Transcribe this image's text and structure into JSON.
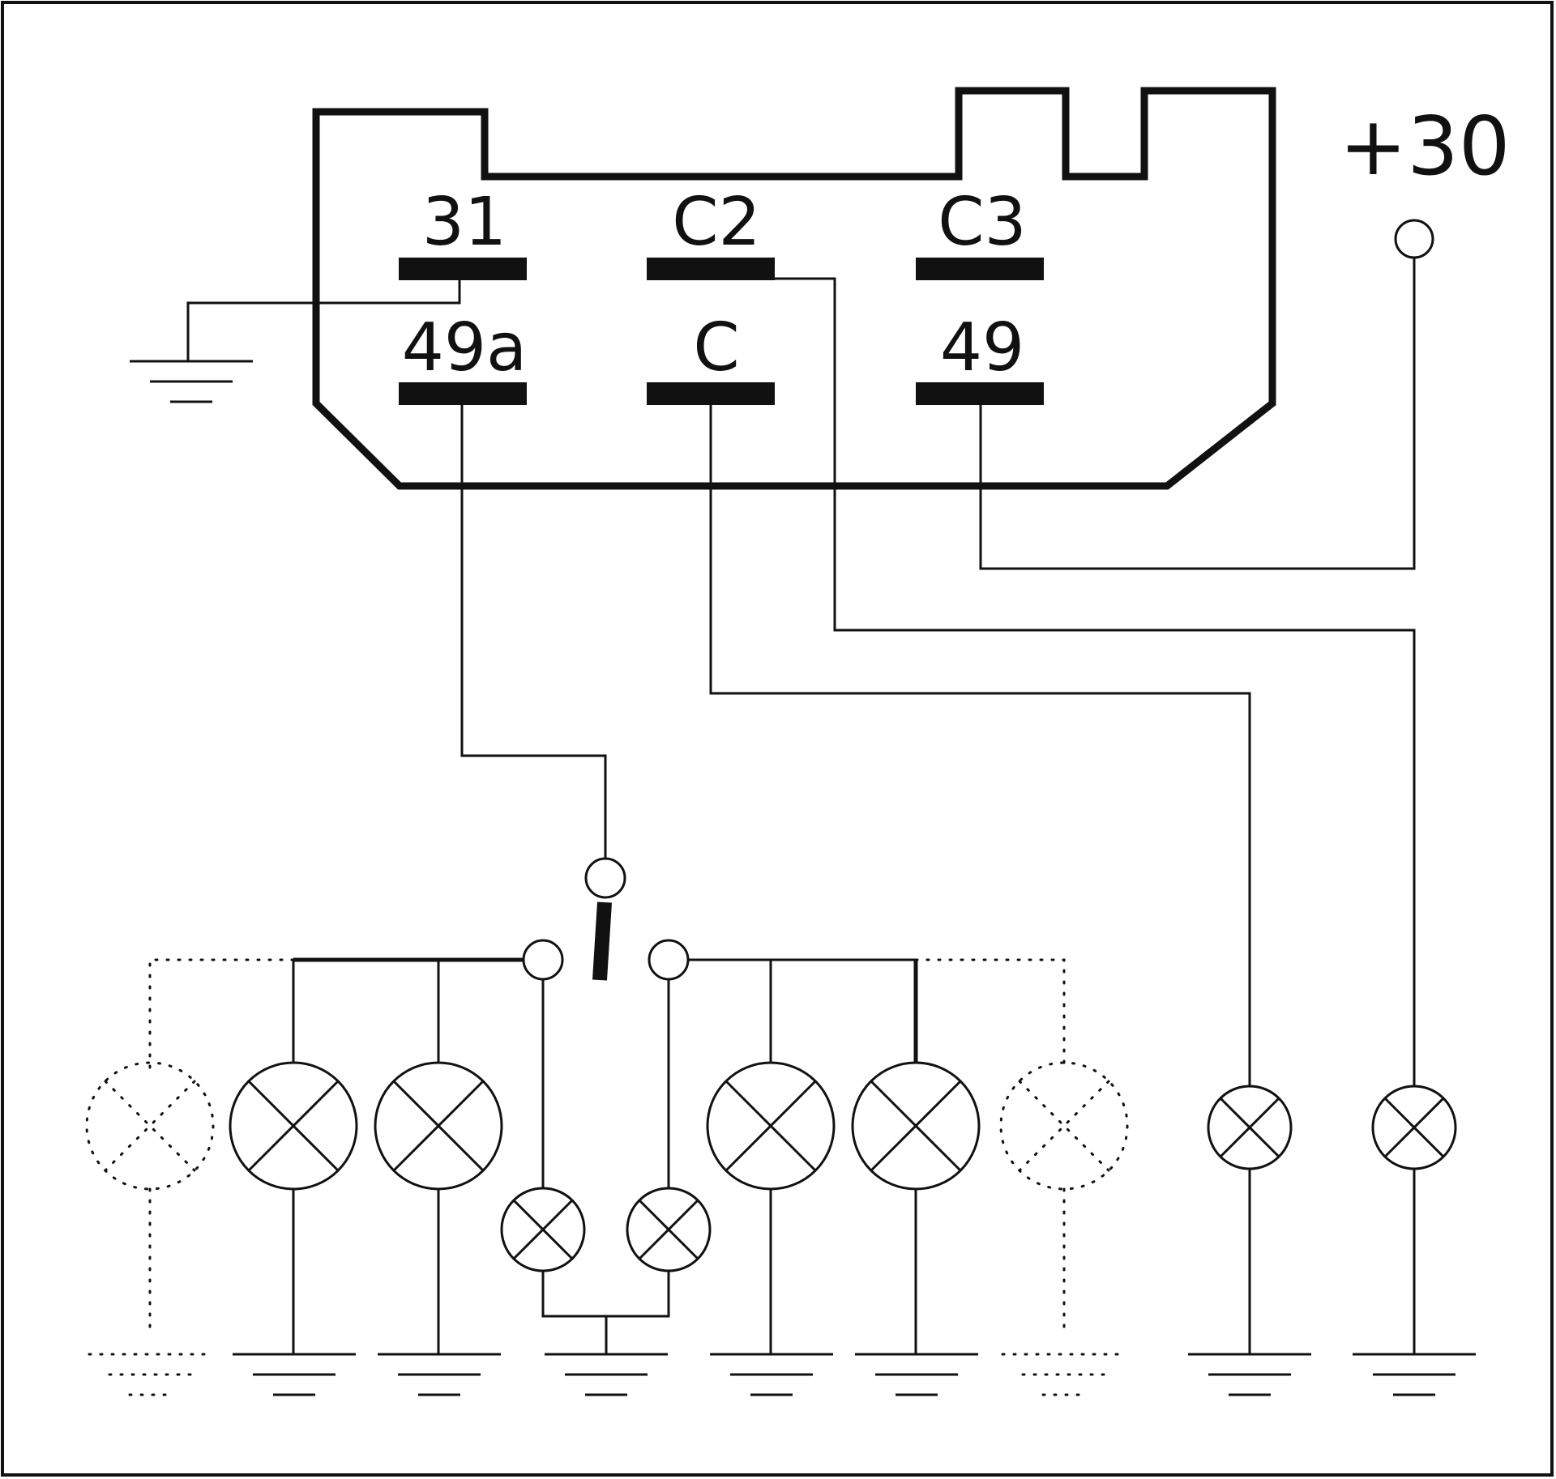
{
  "diagram": {
    "terminals": {
      "t31": "31",
      "tC2": "C2",
      "tC3": "C3",
      "t49a": "49a",
      "tC": "C",
      "t49": "49"
    },
    "supply_label": "+30"
  }
}
